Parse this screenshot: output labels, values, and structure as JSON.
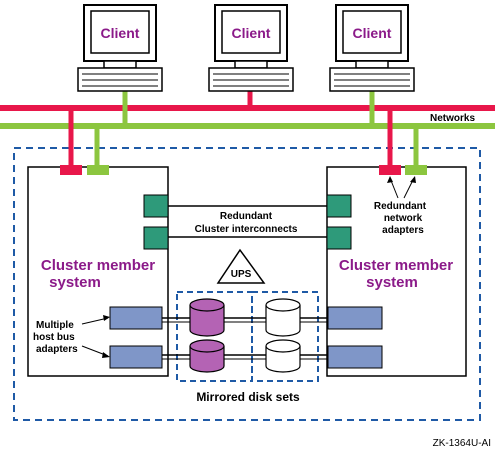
{
  "colors": {
    "red_network": "#e8174a",
    "green_network": "#8cc63f",
    "interconnect_adapter": "#2e9a7a",
    "host_bus_adapter": "#7f96c8",
    "disk_purple": "#b463b4",
    "border_blue": "#1f5aa6",
    "label_purple": "#8b1a89"
  },
  "clients": [
    {
      "label": "Client"
    },
    {
      "label": "Client"
    },
    {
      "label": "Client"
    }
  ],
  "networks_label": "Networks",
  "left_member": {
    "line1": "Cluster member",
    "line2": "system"
  },
  "right_member": {
    "line1": "Cluster member",
    "line2": "system"
  },
  "interconnect": {
    "line1": "Redundant",
    "line2": "Cluster interconnects"
  },
  "ups_label": "UPS",
  "network_adapters": {
    "line1": "Redundant",
    "line2": "network",
    "line3": "adapters"
  },
  "host_bus": {
    "line1": "Multiple",
    "line2": "host bus",
    "line3": "adapters"
  },
  "mirrored_label": "Mirrored disk sets",
  "figure_id": "ZK-1364U-AI",
  "icons": [
    "computer-monitor-icon",
    "keyboard-icon",
    "disk-cylinder-icon",
    "ups-triangle-icon"
  ]
}
